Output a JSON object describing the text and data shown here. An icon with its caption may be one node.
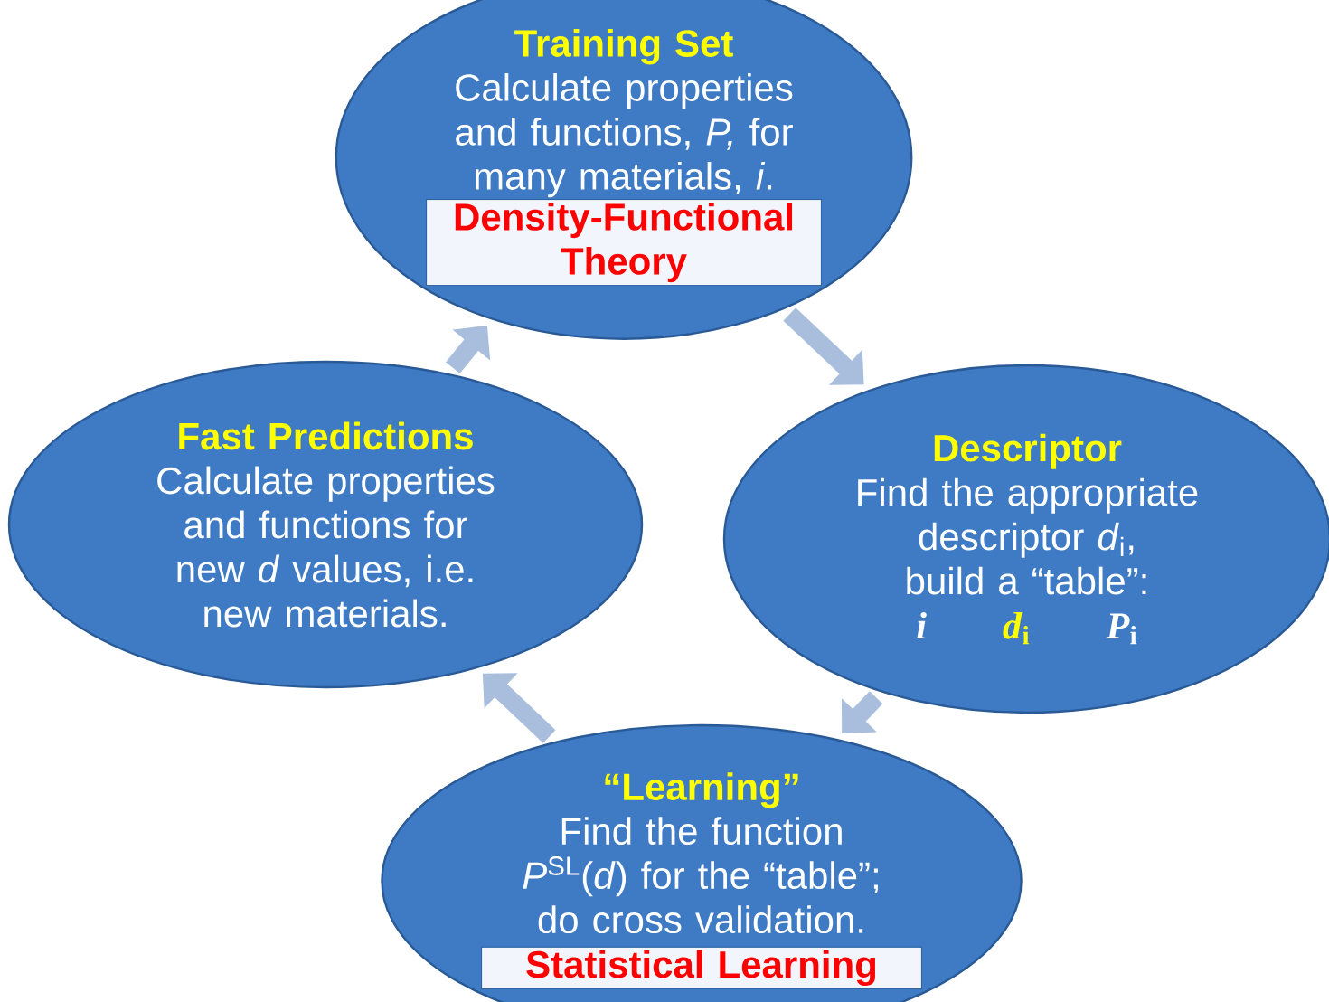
{
  "diagram": {
    "nodes": [
      {
        "text": [
          "Training Set",
          "Calculate properties and functions, *P,* for many materials, *i*.",
          "Density-Functional Theory"
        ]
      },
      {
        "text": [
          "Descriptor",
          "Find the appropriate descriptor *d*$_{i}$, build a “table”:",
          "*i*",
          "*d*$_{i}$",
          "*P*$_{i}$"
        ]
      },
      {
        "text": [
          "“Learning”",
          "Find the function *P*$^{SL}$(*d*) for the “table”; do cross validation.",
          "Statistical Learning"
        ]
      },
      {
        "text": [
          "Fast Predictions",
          "Calculate properties and functions for new *d* values, i.e. new materials."
        ]
      }
    ],
    "edges": [
      {
        "from": 0,
        "to": 1,
        "arrow": "to"
      },
      {
        "from": 1,
        "to": 2,
        "arrow": "to"
      },
      {
        "from": 2,
        "to": 3,
        "arrow": "to"
      },
      {
        "from": 3,
        "to": 0,
        "arrow": "to"
      }
    ]
  }
}
